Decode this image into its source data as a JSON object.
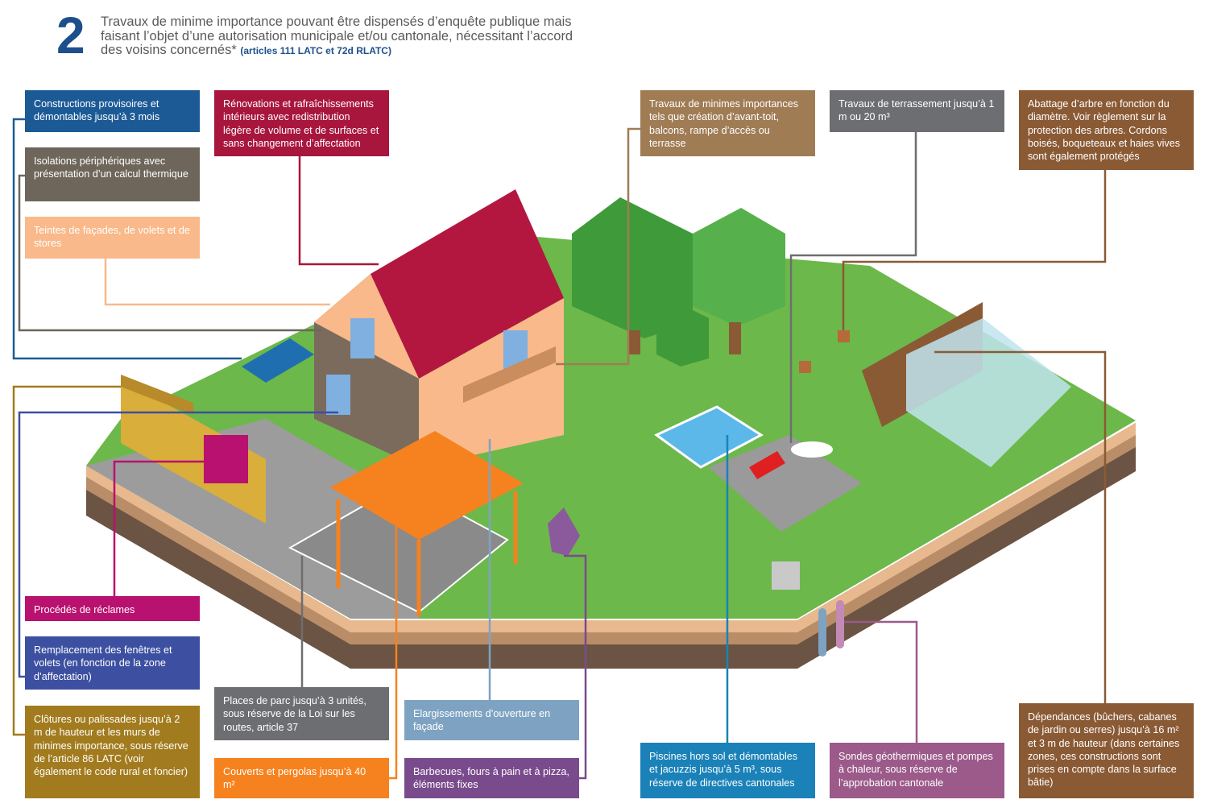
{
  "header": {
    "number": "2",
    "title": "Travaux de minime importance pouvant être dispensés d’enquête publique mais faisant l’objet d’une autorisation municipale et/ou cantonale, nécessitant l’accord des voisins concernés*",
    "reference": "(articles 111 LATC et 72d RLATC)"
  },
  "labels": {
    "constructions_provisoires": {
      "text": "Constructions provisoires et démontables jusqu’à 3 mois",
      "color": "#1c5a96"
    },
    "isolations": {
      "text": "Isolations périphériques avec présentation d’un calcul thermique",
      "color": "#6e665a"
    },
    "teintes": {
      "text": "Teintes de façades, de volets et de stores",
      "color": "#f9b98a"
    },
    "renovations": {
      "text": "Rénovations et rafraîchissements intérieurs avec redistribution légère de volume et de surfaces et sans changement d’affectation",
      "color": "#a8163e"
    },
    "minimes_importances": {
      "text": "Travaux de minimes importances tels que création d’avant-toit, balcons, rampe d’accès ou terrasse",
      "color": "#a07c55"
    },
    "terrassement": {
      "text": "Travaux de terrassement jusqu’à 1 m ou 20 m³",
      "color": "#6d6e71"
    },
    "abattage": {
      "text": "Abattage d’arbre en fonction du diamètre. Voir règlement sur la protection des arbres. Cordons boisés, boqueteaux et haies vives sont également protégés",
      "color": "#8a5a35"
    },
    "reclames": {
      "text": "Procédés de réclames",
      "color": "#b8116f"
    },
    "fenetres": {
      "text": "Remplacement des fenêtres et volets (en fonction de la zone d’affectation)",
      "color": "#3c4fa0"
    },
    "clotures": {
      "text": "Clôtures ou palissades jusqu’à 2 m de hauteur et les murs de minimes importance, sous réserve de l’article 86 LATC (voir également le code rural et foncier)",
      "color": "#a27b1e"
    },
    "places_parc": {
      "text": "Places de parc jusqu’à 3 unités, sous réserve de la Loi sur les routes, article 37",
      "color": "#6d6e71"
    },
    "pergolas": {
      "text": "Couverts et pergolas jusqu’à 40 m²",
      "color": "#f5821f"
    },
    "ouverture": {
      "text": "Elargissements d’ouverture en façade",
      "color": "#7ea3c2"
    },
    "barbecues": {
      "text": "Barbecues, fours à pain et à pizza, éléments fixes",
      "color": "#7a4b8c"
    },
    "piscines": {
      "text": "Piscines hors sol et démontables et jacuzzis jusqu’à 5 m³, sous réserve de directives cantonales",
      "color": "#1a82b8"
    },
    "sondes": {
      "text": "Sondes géothermiques et pompes à chaleur, sous réserve de l’approbation cantonale",
      "color": "#9b5a8a"
    },
    "dependances": {
      "text": "Dépendances (bûchers, cabanes de jardin ou serres) jusqu’à 16 m² et 3 m de hauteur (dans certaines zones, ces constructions sont prises en compte dans la surface bâtie)",
      "color": "#8a5a35"
    }
  }
}
